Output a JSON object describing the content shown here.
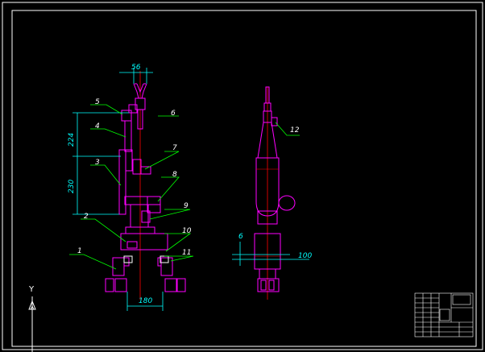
{
  "colors": {
    "background": "#000000",
    "frame": "#ffffff",
    "part": "#ff00ff",
    "dimension": "#00ffff",
    "leader": "#00ff00",
    "centerline": "#ff0000",
    "label": "#ffffff"
  },
  "dimensions": {
    "gripper_width": "56",
    "upper_height": "224",
    "lower_height": "230",
    "base_width": "180",
    "side_offset": "6",
    "side_width": "100"
  },
  "part_labels": [
    "1",
    "2",
    "3",
    "4",
    "5",
    "6",
    "7",
    "8",
    "9",
    "10",
    "11",
    "12"
  ],
  "ucs": {
    "axis_label": "Y"
  }
}
